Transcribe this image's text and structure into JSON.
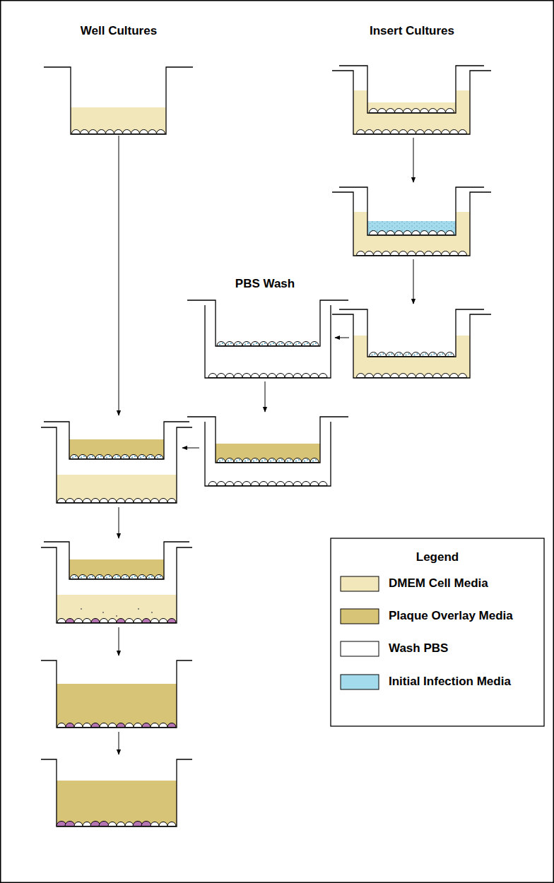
{
  "diagram": {
    "nodes": [
      {
        "text": [
          "Well Cultures"
        ]
      },
      {
        "text": [
          "Insert Cultures"
        ]
      },
      {
        "text": [
          "PBS Wash"
        ]
      }
    ],
    "labels": [
      "Legend"
    ],
    "legend": [
      {
        "text": "DMEM Cell Media",
        "color": "#f2e6bb"
      },
      {
        "text": "Plaque Overlay Media",
        "color": "#d8c476"
      },
      {
        "text": "Wash PBS",
        "color": "#ffffff"
      },
      {
        "text": "Initial Infection Media",
        "color": "#a3dbec"
      }
    ]
  }
}
